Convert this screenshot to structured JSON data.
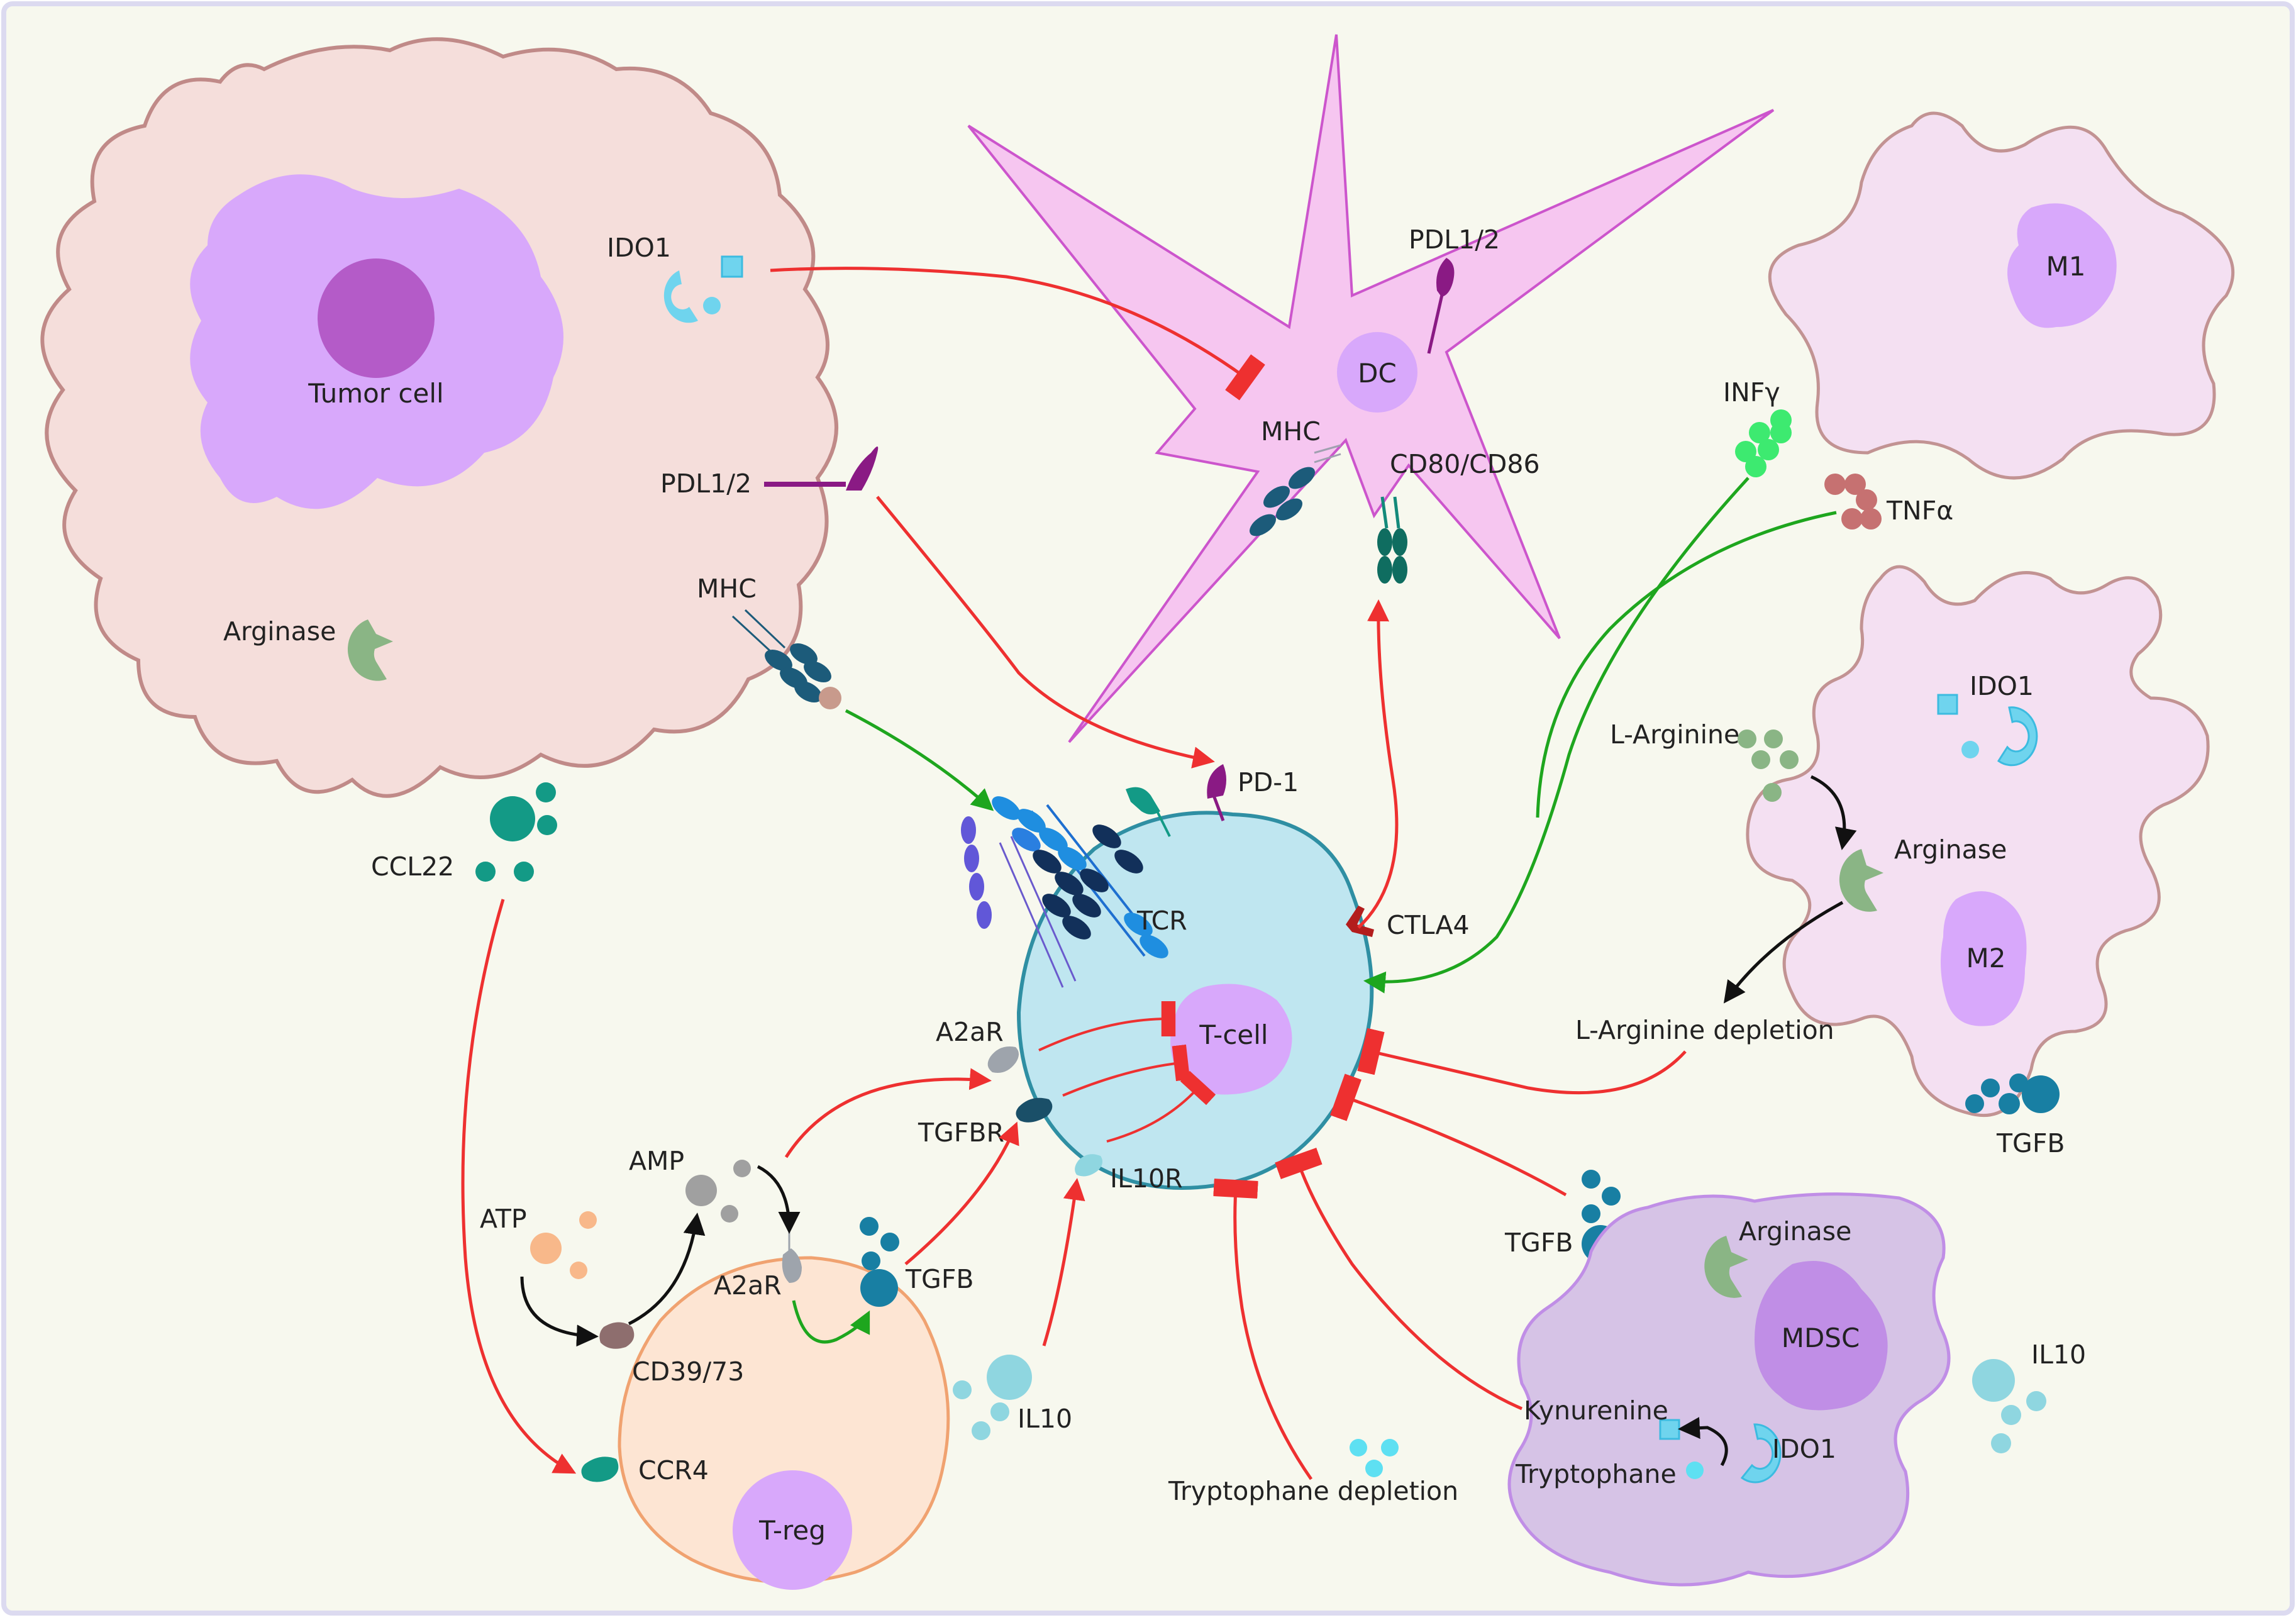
{
  "colors": {
    "background": "#f7f8ee",
    "border": "#dcdaf0",
    "inhibition": "#ee3030",
    "activation": "#1ea61e",
    "conversion": "#111111",
    "tumor_cell": "#f5dedb",
    "cell_outline": "#c08a88",
    "nucleus": "#d8a8fb",
    "tumor_nucleolus": "#b45bc8",
    "dendritic_cell": "#f6c6f0",
    "dendritic_outline": "#cc55cc",
    "t_cell": "#bfe6f0",
    "t_cell_outline": "#2f8fa3",
    "t_reg": "#fde5d3",
    "t_reg_outline": "#f0a270",
    "mdsc": "#d6c3e6",
    "mdsc_nucleus": "#c08ee6",
    "macrophage": "#f4e0f2",
    "macrophage_outline": "#c29393",
    "arginase": "#8ab585",
    "ido1": "#6fd4ee",
    "tgfb": "#187fa3",
    "mhc": "#1c5b7a",
    "pdl": "#8a1a84",
    "ccl22": "#139a86",
    "infg": "#3dea70",
    "tnfa": "#c67171",
    "atp": "#f8b88a",
    "amp": "#a0a0a0",
    "il10": "#8fd6e0",
    "tryptophan": "#5ee0f2",
    "ctla4": "#b31d1d"
  },
  "cells": {
    "tumor": "Tumor cell",
    "dc": "DC",
    "t_cell": "T-cell",
    "t_reg": "T-reg",
    "mdsc": "MDSC",
    "m1": "M1",
    "m2": "M2"
  },
  "labels": {
    "ido1_tumor": "IDO1",
    "pdl_tumor": "PDL1/2",
    "mhc_tumor": "MHC",
    "arginase_tumor": "Arginase",
    "ccl22": "CCL22",
    "pdl_dc": "PDL1/2",
    "mhc_dc": "MHC",
    "cd80": "CD80/CD86",
    "infg": "INFγ",
    "tnfa": "TNFα",
    "pd1": "PD-1",
    "tcr": "TCR",
    "ctla4": "CTLA4",
    "a2ar_tcell": "A2aR",
    "tgfbr": "TGFBR",
    "il10r": "IL10R",
    "l_arginine": "L-Arginine",
    "arginase_m2": "Arginase",
    "ido1_m2": "IDO1",
    "l_arginine_depletion": "L-Arginine depletion",
    "tgfb_m2": "TGFB",
    "tgfb_mdsc": "TGFB",
    "arginase_mdsc": "Arginase",
    "kynurenine": "Kynurenine",
    "tryptophane": "Tryptophane",
    "ido1_mdsc": "IDO1",
    "il10_right": "IL10",
    "tryptophane_depletion": "Tryptophane depletion",
    "atp": "ATP",
    "amp": "AMP",
    "cd39": "CD39/73",
    "a2ar_treg": "A2aR",
    "tgfb_treg": "TGFB",
    "il10_treg": "IL10",
    "ccr4": "CCR4"
  }
}
